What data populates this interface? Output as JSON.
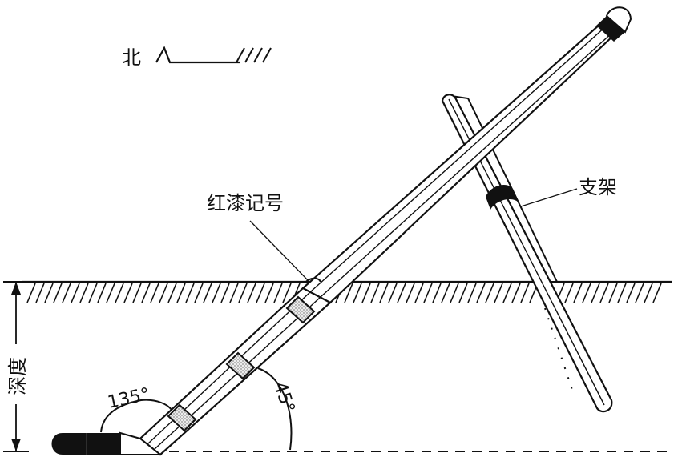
{
  "diagram": {
    "north_label": "北",
    "mark_label": "红漆记号",
    "support_label": "支架",
    "depth_label": "深度",
    "angle_obtuse": "135°",
    "angle_acute": "45°",
    "colors": {
      "line": "#111111",
      "paper": "#ffffff",
      "dot_fill": "#e6e6e6"
    }
  }
}
